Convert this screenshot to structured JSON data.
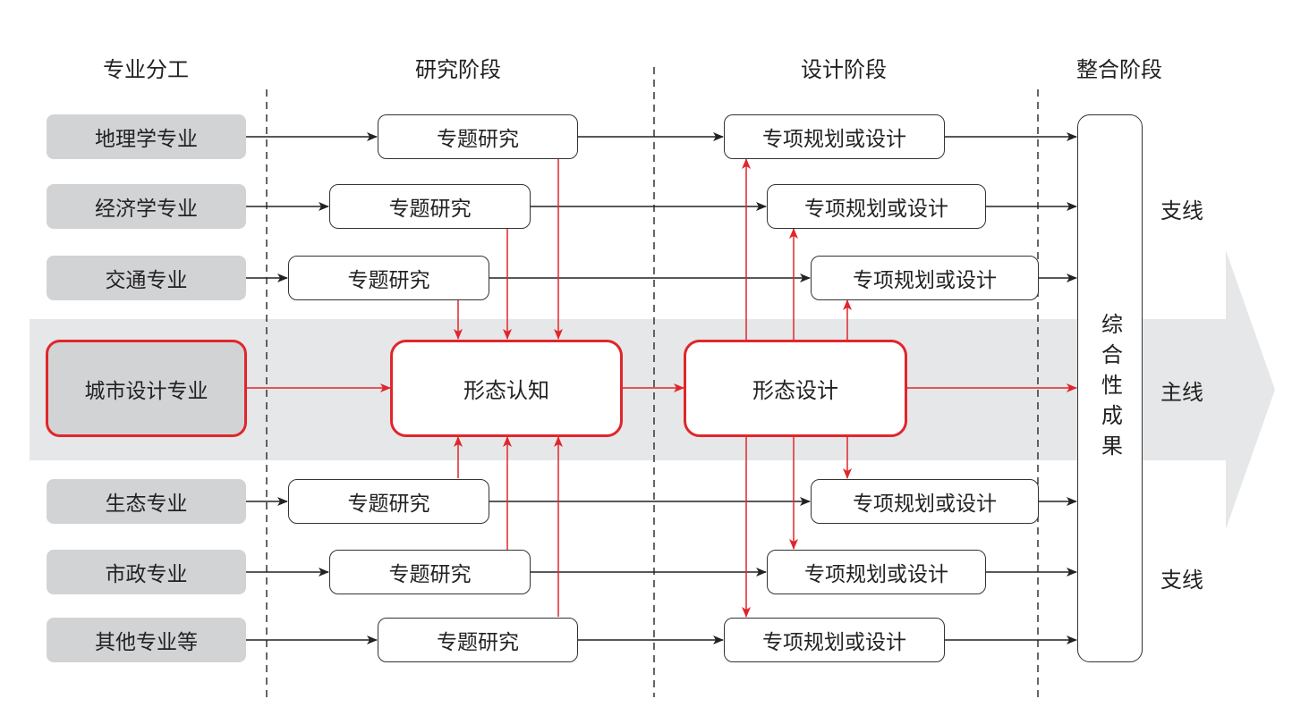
{
  "headers": {
    "division": "专业分工",
    "research": "研究阶段",
    "design": "设计阶段",
    "integration": "整合阶段"
  },
  "majors": [
    "地理学专业",
    "经济学专业",
    "交通专业",
    "城市设计专业",
    "生态专业",
    "市政专业",
    "其他专业等"
  ],
  "topic_label": "专题研究",
  "design_label": "专项规划或设计",
  "core": {
    "cognition": "形态认知",
    "design": "形态设计"
  },
  "result": "综合性成果",
  "lines": {
    "branch_top": "支线",
    "main": "主线",
    "branch_bottom": "支线"
  },
  "colors": {
    "accent_red": "#e0262b",
    "band_gray": "#e6e7e8",
    "major_fill": "#d2d3d5",
    "line_dark": "#333333"
  }
}
